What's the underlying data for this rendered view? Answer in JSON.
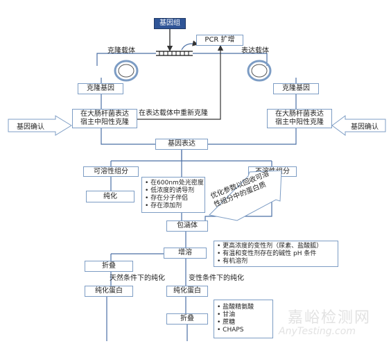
{
  "diagram": {
    "genome": "基因组",
    "pcr": "PCR 扩增",
    "cloning_vector": "克隆载体",
    "expression_vector": "表达载体",
    "clone_gene_left": "克隆基因",
    "clone_gene_right": "克隆基因",
    "ecoli_left": [
      "在大肠杆菌表达",
      "宿主中阳性克隆"
    ],
    "ecoli_right": [
      "在大肠杆菌表达",
      "宿主中阳性克隆"
    ],
    "confirm_left": "基因确认",
    "confirm_right": "基因确认",
    "reclone": "在表达载体中重新克隆",
    "gene_expression": "基因表达",
    "soluble": "可溶性组分",
    "insoluble": "不溶性组分",
    "purify_soluble": "纯化",
    "soluble_notes": [
      "在600nm处光密度",
      "低浓度的诱导剂",
      "存在分子伴侣",
      "存在添加剂"
    ],
    "optimize_note": [
      "优化参数以回收可溶",
      "性组分中的蛋白质"
    ],
    "inclusion_body": "包涵体",
    "solubilize": "增溶",
    "solubilize_notes": [
      "更高浓度的变性剂（尿素、盐酸胍）",
      "有温和变性剂存在的碱性 pH 条件",
      "有机溶剂"
    ],
    "fold_left": "折叠",
    "native_purify": "天然条件下的纯化",
    "denature_purify": "变性条件下的纯化",
    "pure_protein_left": "纯化蛋白",
    "pure_protein_mid": "纯化蛋白",
    "fold_mid": "折叠",
    "fold_notes": [
      "盐酸精氨酸",
      "甘油",
      "蔗糖",
      "CHAPS"
    ],
    "watermark": "嘉峪检测网",
    "watermark_url": "AnyTesting.com"
  },
  "colors": {
    "box_border": "#7c9cc4",
    "line": "#4a6fa5",
    "genome_fill": "#2f5597"
  }
}
